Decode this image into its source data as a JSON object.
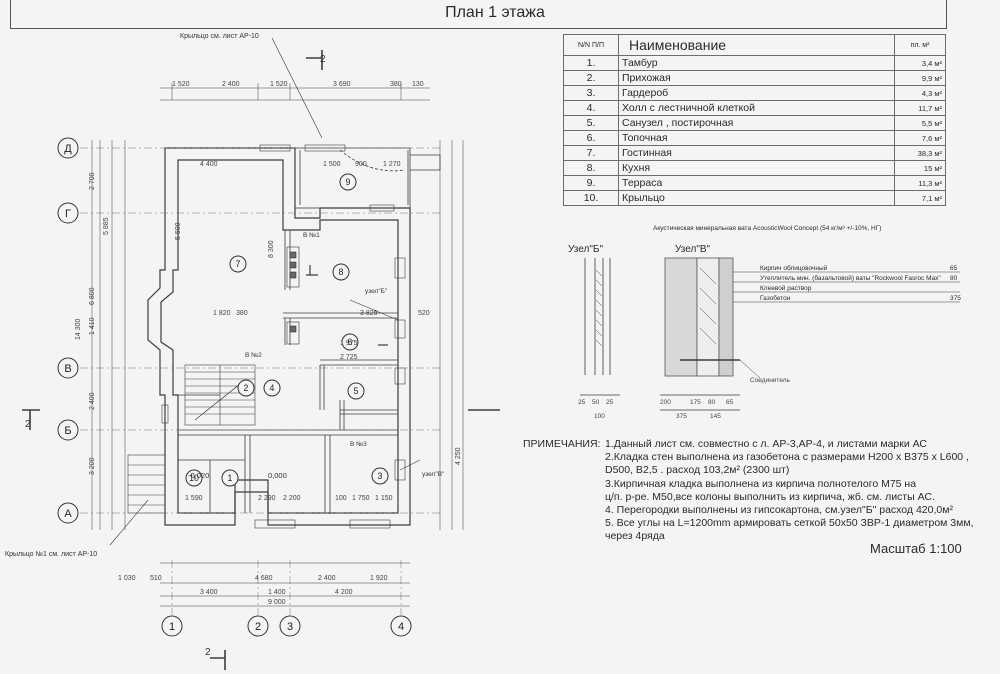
{
  "sheet": {
    "title": "План 1 этажа",
    "scale": "Масштаб 1:100"
  },
  "table": {
    "headers": {
      "num": "N/N П/П",
      "name": "Наименование",
      "area": "пл. м²"
    },
    "rows": [
      {
        "num": "1.",
        "name": "Тамбур",
        "area": "3,4 м²"
      },
      {
        "num": "2.",
        "name": "Прихожая",
        "area": "9,9 м²"
      },
      {
        "num": "3.",
        "name": "Гардероб",
        "area": "4,3 м²"
      },
      {
        "num": "4.",
        "name": "Холл с лестничной клеткой",
        "area": "11,7 м²"
      },
      {
        "num": "5.",
        "name": "Санузел , постирочная",
        "area": "5,5 м²"
      },
      {
        "num": "6.",
        "name": "Топочная",
        "area": "7,6 м²"
      },
      {
        "num": "7.",
        "name": "Гостинная",
        "area": "38,3 м²"
      },
      {
        "num": "8.",
        "name": "Кухня",
        "area": "15 м²"
      },
      {
        "num": "9.",
        "name": "Терраса",
        "area": "11,3 м²"
      },
      {
        "num": "10.",
        "name": "Крыльцо",
        "area": "7,1 м²"
      }
    ]
  },
  "notes": {
    "label": "ПРИМЕЧАНИЯ:",
    "lines": [
      "1.Данный лист см. совместно с л. АР-3,АР-4, и листами марки АС",
      "2.Кладка стен выполнена из газобетона с размерами Н200 х В375 х L600 ,",
      "D500, В2,5 . расход 103,2м² (2300 шт)",
      "3.Кирпичная кладка выполнена из кирпича полнотелого М75 на",
      "ц/п. р-ре. М50,все колоны выполнить из кирпича, жб. см. листы АС.",
      "4. Перегородки выполнены из гипсокартона, см.узел\"Б\" расход 420,0м²",
      "5. Все углы на L=1200mm армировать сеткой 50х50 ЗВР-1 диаметром 3мм,",
      "через 4ряда"
    ]
  },
  "details": {
    "insulation_note": "Акустическая минеральная вата AcousticWool Concept (54 кг/м³ +/-10%, НГ)",
    "node_b": "Узел\"Б\"",
    "node_v": "Узел\"В\"",
    "layers": [
      {
        "name": "Кирпич облицовочный",
        "value": "65"
      },
      {
        "name": "Утеплитель мин. (базальтовой) ваты \"Rockwool Fasroc Max\"",
        "value": "80"
      },
      {
        "name": "Клеевой раствор",
        "value": ""
      },
      {
        "name": "Газобетон",
        "value": "375"
      }
    ],
    "joint_label": "Соединитель",
    "node_b_dims": [
      "25",
      "50",
      "25",
      "100"
    ],
    "node_v_dims": [
      "200",
      "175",
      "80",
      "65",
      "375",
      "145"
    ]
  },
  "plan": {
    "axes_letters": [
      "Д",
      "Г",
      "В",
      "Б",
      "А"
    ],
    "axes_numbers": [
      "1",
      "2",
      "3",
      "4"
    ],
    "section_mark": "2",
    "porch_ref": "Крыльцо см. лист АР-10",
    "porch1_ref": "Крыльцо №1 см. лист АР-10",
    "top_dims": [
      "1 520",
      "2 400",
      "1 520",
      "3 690",
      "380",
      "130"
    ],
    "bottom_dims_1": [
      "1 030",
      "510",
      "4 680",
      "2 400",
      "1 920"
    ],
    "bottom_dims_2": [
      "3 400",
      "1 400",
      "4 200"
    ],
    "bottom_total": "9 000",
    "left_total": "14 300",
    "room_numbers": [
      "1",
      "2",
      "3",
      "4",
      "5",
      "6",
      "7",
      "8",
      "9",
      "10"
    ],
    "level_marks": [
      "-0,020",
      "0,000"
    ],
    "callouts": [
      "узел\"Б\"",
      "узел\"В\""
    ],
    "window_marks": [
      "В №1",
      "В №2",
      "В №3"
    ],
    "inner_dims": [
      "4 400",
      "1 500",
      "900",
      "1 270",
      "1 820",
      "380",
      "3 825",
      "2 725",
      "1 975",
      "2 200",
      "1 750",
      "100",
      "1 150",
      "1 590",
      "2 290",
      "520",
      "5 885",
      "2 700",
      "8 300",
      "5 500",
      "6 800",
      "4 250",
      "1 410",
      "3 200",
      "2 400"
    ]
  }
}
